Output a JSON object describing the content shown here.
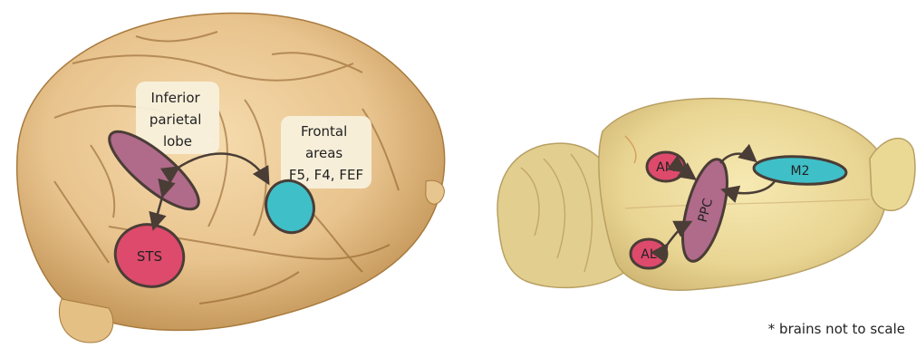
{
  "monkey_brain": {
    "regions": {
      "ipl": "Inferior parietal lobe",
      "frontal_line1": "Frontal",
      "frontal_line2": "areas",
      "frontal_line3": "F5, F4, FEF",
      "sts": "STS"
    }
  },
  "mouse_brain": {
    "regions": {
      "am": "AM",
      "ppc": "PPC",
      "m2": "M2",
      "al": "AL"
    }
  },
  "footnote": "* brains not to scale",
  "colors": {
    "parietal": "#b06a8a",
    "sts_area": "#de4a6c",
    "frontal_area": "#3fbfc8",
    "outline": "#4a3d36"
  }
}
